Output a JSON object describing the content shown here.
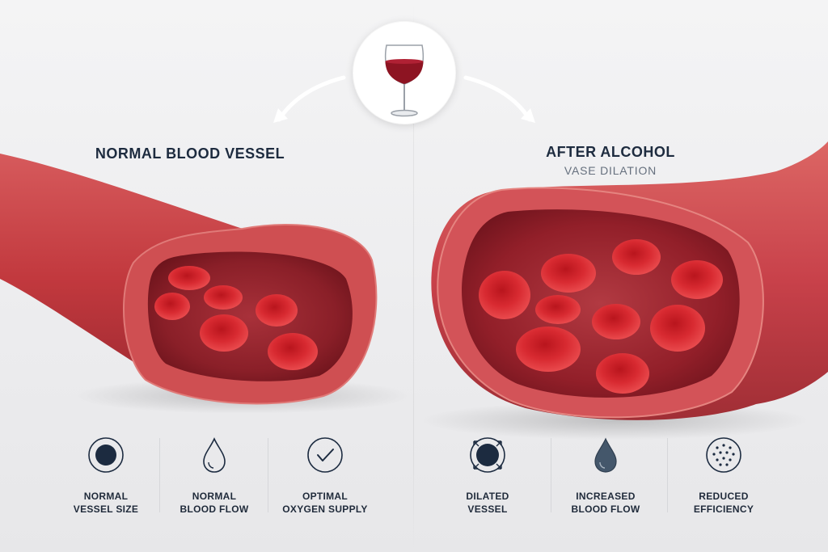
{
  "left_panel": {
    "title": "NORMAL BLOOD VESSEL"
  },
  "right_panel": {
    "title": "AFTER ALCOHOL",
    "subtitle": "VASE DILATION"
  },
  "center_icon": "wine-glass-icon",
  "features_left": [
    {
      "icon": "filled-circle-icon",
      "line1": "NORMAL",
      "line2": "VESSEL SIZE"
    },
    {
      "icon": "drop-outline-icon",
      "line1": "NORMAL",
      "line2": "BLOOD FLOW"
    },
    {
      "icon": "check-circle-icon",
      "line1": "OPTIMAL",
      "line2": "OXYGEN SUPPLY"
    }
  ],
  "features_right": [
    {
      "icon": "dilated-circle-icon",
      "line1": "DILATED",
      "line2": "VESSEL"
    },
    {
      "icon": "drop-filled-icon",
      "line1": "INCREASED",
      "line2": "BLOOD FLOW"
    },
    {
      "icon": "dotted-circle-icon",
      "line1": "REDUCED",
      "line2": "EFFICIENCY"
    }
  ],
  "colors": {
    "vessel": "#c8454a",
    "vessel_dark": "#8e1f26",
    "cell": "#d42a30",
    "icon_dark": "#1c2b40",
    "drop_fill": "#44576b"
  }
}
